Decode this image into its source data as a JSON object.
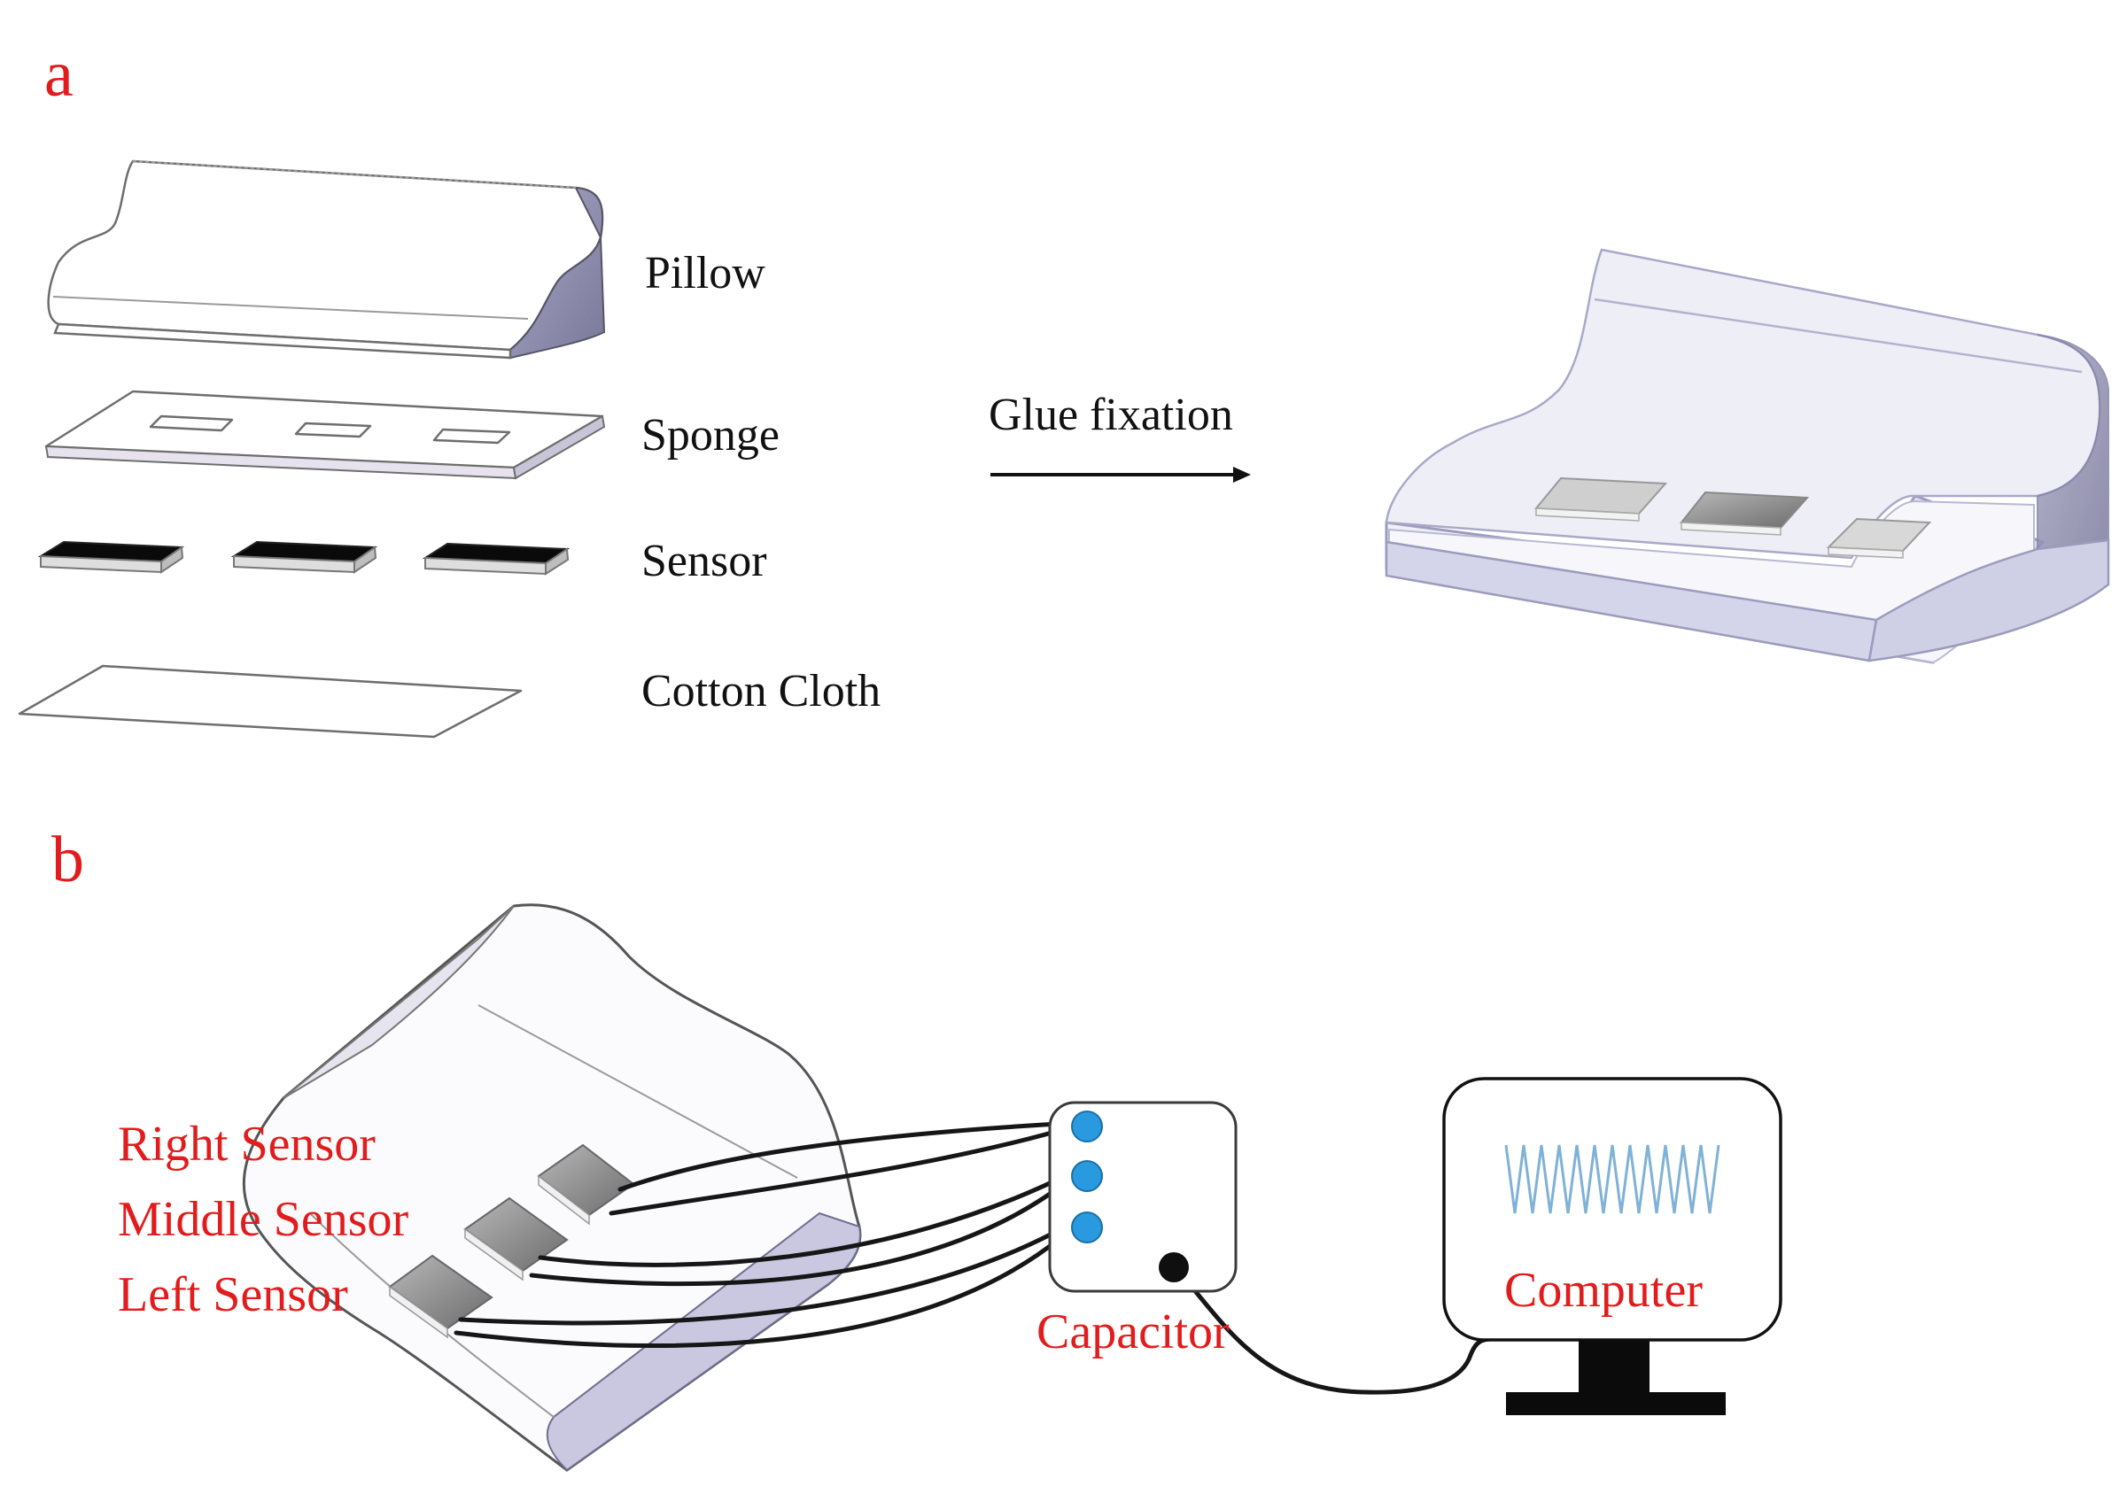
{
  "panels": {
    "a": {
      "letter": "a",
      "layers": [
        "Pillow",
        "Sponge",
        "Sensor",
        "Cotton Cloth"
      ],
      "arrow_label": "Glue fixation"
    },
    "b": {
      "letter": "b",
      "sensor_labels": [
        "Right Sensor",
        "Middle Sensor",
        "Left Sensor"
      ],
      "capacitor_label": "Capacitor",
      "computer_label": "Computer"
    }
  },
  "colors": {
    "label_red": "#e21c1c",
    "terminal_blue": "#2a9ae0",
    "pillow_side": "#8e8db0",
    "assembled_tint": "#dcdcee",
    "signal_wave": "#7fb2d6"
  }
}
